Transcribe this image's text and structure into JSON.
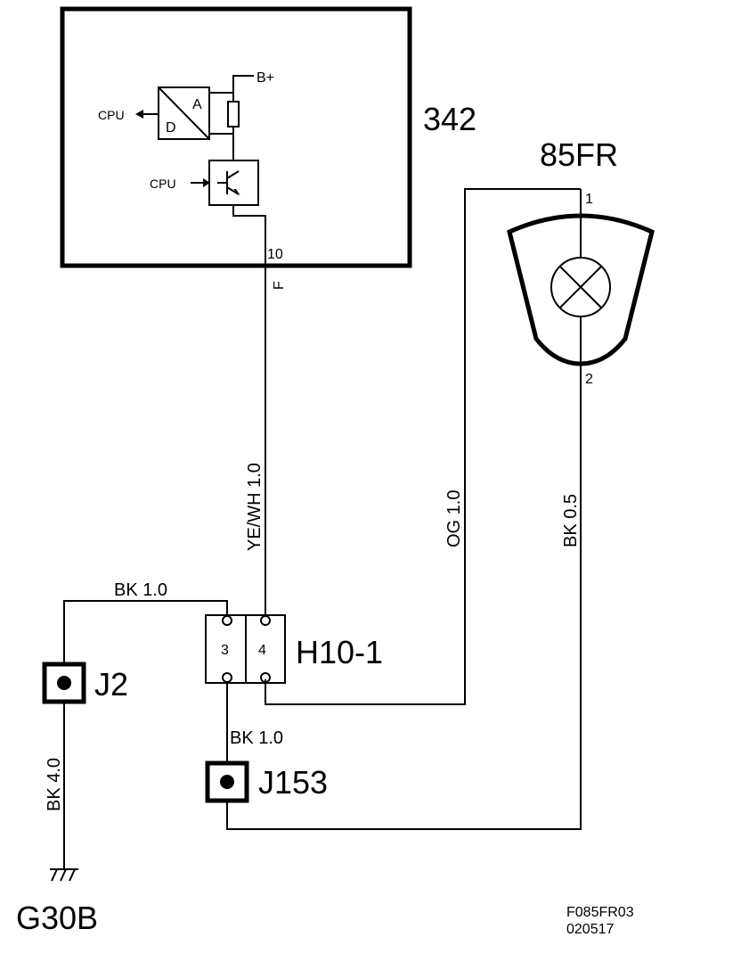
{
  "components": {
    "control_unit": {
      "label": "342",
      "b_plus": "B+",
      "cpu_out": "CPU",
      "cpu_in": "CPU",
      "conv_a": "A",
      "conv_d": "D",
      "pin": "10",
      "pin_letter": "F"
    },
    "lamp": {
      "label": "85FR",
      "pin1": "1",
      "pin2": "2"
    },
    "connector": {
      "label": "H10-1",
      "pin3": "3",
      "pin4": "4"
    },
    "splice_j2": {
      "label": "J2"
    },
    "splice_j153": {
      "label": "J153"
    },
    "ground": {
      "label": "G30B"
    }
  },
  "wires": {
    "yewh": "YE/WH  1.0",
    "og": "OG  1.0",
    "bk05": "BK  0.5",
    "bk_top": "BK   1.0",
    "bk_j153": "BK 1.0",
    "bk40": "BK   4.0"
  },
  "footer": {
    "code": "F085FR03",
    "date": "020517"
  }
}
